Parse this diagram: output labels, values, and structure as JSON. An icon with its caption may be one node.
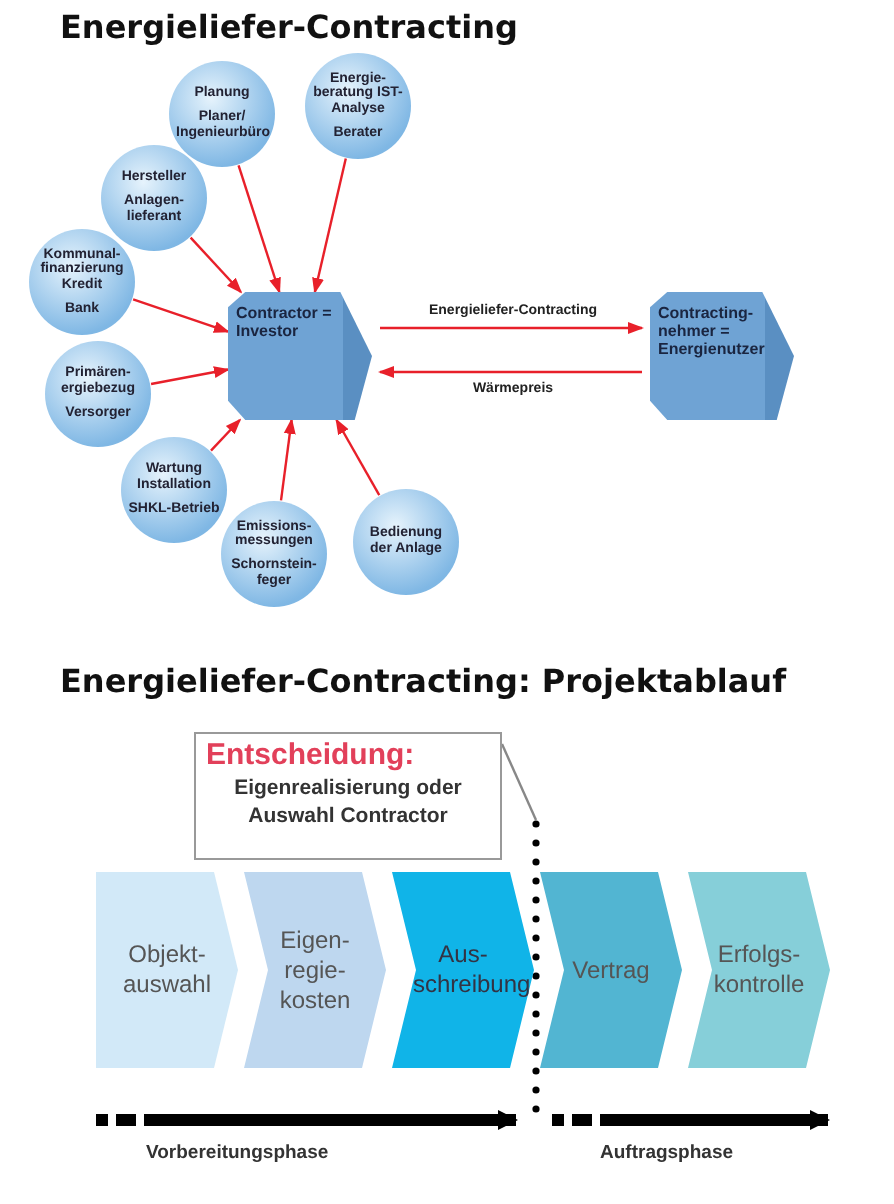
{
  "diagram": {
    "title": "Energieliefer-Contracting",
    "nodes": [
      {
        "text": [
          "Contractor = Investor"
        ]
      },
      {
        "text": [
          "Contracting-nehmer = Energienutzer"
        ]
      },
      {
        "text": [
          "Planung",
          "Planer/ Ingenieurbüro"
        ]
      },
      {
        "text": [
          "Energie-beratung IST-Analyse",
          "Berater"
        ]
      },
      {
        "text": [
          "Hersteller",
          "Anlagen-lieferant"
        ]
      },
      {
        "text": [
          "Kommunal-finanzierung Kredit",
          "Bank"
        ]
      },
      {
        "text": [
          "Primären-ergiebezug",
          "Versorger"
        ]
      },
      {
        "text": [
          "Wartung Installation",
          "SHKL-Betrieb"
        ]
      },
      {
        "text": [
          "Emissions-messungen",
          "Schornstein-feger"
        ]
      },
      {
        "text": [
          "Bedienung der Anlage"
        ]
      },
      {
        "text": [
          "Entscheidung:",
          "Eigenrealisierung oder Auswahl Contractor"
        ]
      },
      {
        "text": [
          "Objekt-auswahl"
        ]
      },
      {
        "text": [
          "Eigen-regie-kosten"
        ]
      },
      {
        "text": [
          "Aus-schreibung"
        ]
      },
      {
        "text": [
          "Vertrag"
        ]
      },
      {
        "text": [
          "Erfolgs-kontrolle"
        ]
      }
    ],
    "edges": [
      {
        "from": 2,
        "to": 0,
        "arrow": "to"
      },
      {
        "from": 3,
        "to": 0,
        "arrow": "to"
      },
      {
        "from": 4,
        "to": 0,
        "arrow": "to"
      },
      {
        "from": 5,
        "to": 0,
        "arrow": "to"
      },
      {
        "from": 6,
        "to": 0,
        "arrow": "to"
      },
      {
        "from": 7,
        "to": 0,
        "arrow": "to"
      },
      {
        "from": 8,
        "to": 0,
        "arrow": "to"
      },
      {
        "from": 9,
        "to": 0,
        "arrow": "to"
      },
      {
        "from": 0,
        "to": 1,
        "arrow": "to",
        "label": "Energieliefer-Contracting"
      },
      {
        "from": 1,
        "to": 0,
        "arrow": "to",
        "label": "Wärmepreis"
      },
      {
        "from": 10,
        "to": null,
        "arrow": "none",
        "color": "#888888"
      }
    ],
    "labels": [
      "Energieliefer-Contracting: Projektablauf",
      "Vorbereitungsphase",
      "Auftragsphase"
    ]
  }
}
